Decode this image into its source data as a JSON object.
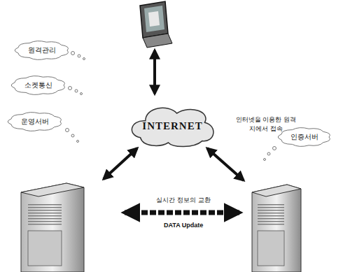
{
  "diagram": {
    "nodes": [
      {
        "text": [
          "INTERNET"
        ]
      },
      {
        "text": [
          "원격관리"
        ]
      },
      {
        "text": [
          "소켓통신"
        ]
      },
      {
        "text": [
          "운영서버"
        ]
      },
      {
        "text": [
          "인증서버"
        ]
      }
    ],
    "labels": [
      "인터넷을 이용한 원격지에서 접속",
      "실시간 정보의 교환",
      "DATA Update"
    ]
  }
}
